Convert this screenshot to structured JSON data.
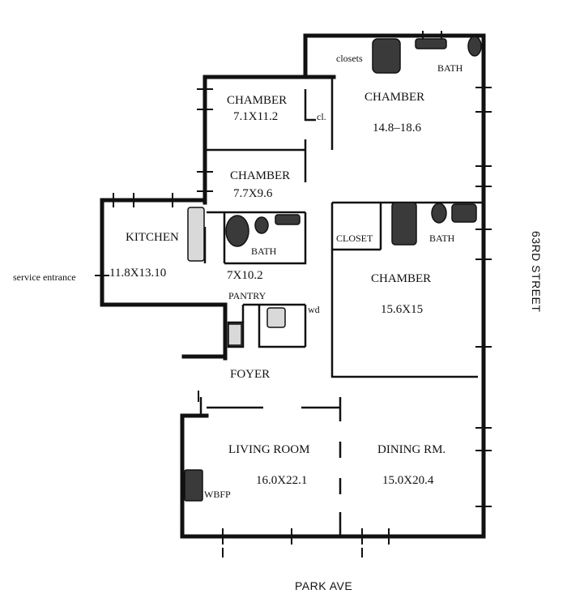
{
  "rooms": {
    "chamber_nw": {
      "name": "CHAMBER",
      "size": "7.1X11.2"
    },
    "chamber_ne": {
      "name": "CHAMBER",
      "size": "14.8–18.6"
    },
    "chamber_mid": {
      "name": "CHAMBER",
      "size": "7.7X9.6"
    },
    "chamber_east": {
      "name": "CHAMBER",
      "size": "15.6X15"
    },
    "kitchen": {
      "name": "KITCHEN",
      "size": "11.8X13.10"
    },
    "bath_mid": {
      "name": "BATH"
    },
    "bath_ne": {
      "name": "BATH"
    },
    "bath_east": {
      "name": "BATH"
    },
    "pantry": {
      "name": "PANTRY",
      "size": "7X10.2"
    },
    "closet_east": {
      "name": "CLOSET"
    },
    "closets_ne": {
      "name": "closets"
    },
    "closet_small": {
      "name": "cl."
    },
    "wd": {
      "name": "wd"
    },
    "foyer": {
      "name": "FOYER"
    },
    "living": {
      "name": "LIVING ROOM",
      "size": "16.0X22.1"
    },
    "dining": {
      "name": "DINING RM.",
      "size": "15.0X20.4"
    },
    "wbfp": {
      "name": "WBFP"
    }
  },
  "labels": {
    "service_entrance": "service entrance",
    "street_east": "63RD STREET",
    "street_south": "PARK AVE"
  }
}
